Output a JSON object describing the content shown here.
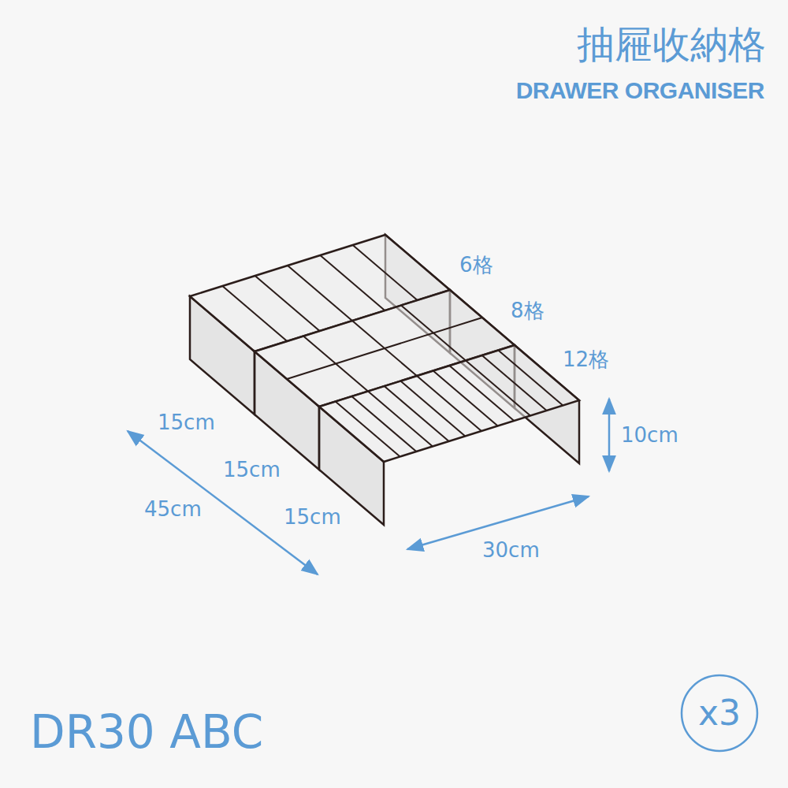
{
  "diagram": {
    "title": "抽屜收納格",
    "nodes": [
      {
        "text": [
          "x3"
        ]
      }
    ],
    "labels": [
      "DRAWER ORGANISER",
      "6格",
      "8格",
      "12格",
      "15cm",
      "15cm",
      "15cm",
      "45cm",
      "10cm",
      "30cm",
      "DR30 ABC"
    ]
  }
}
